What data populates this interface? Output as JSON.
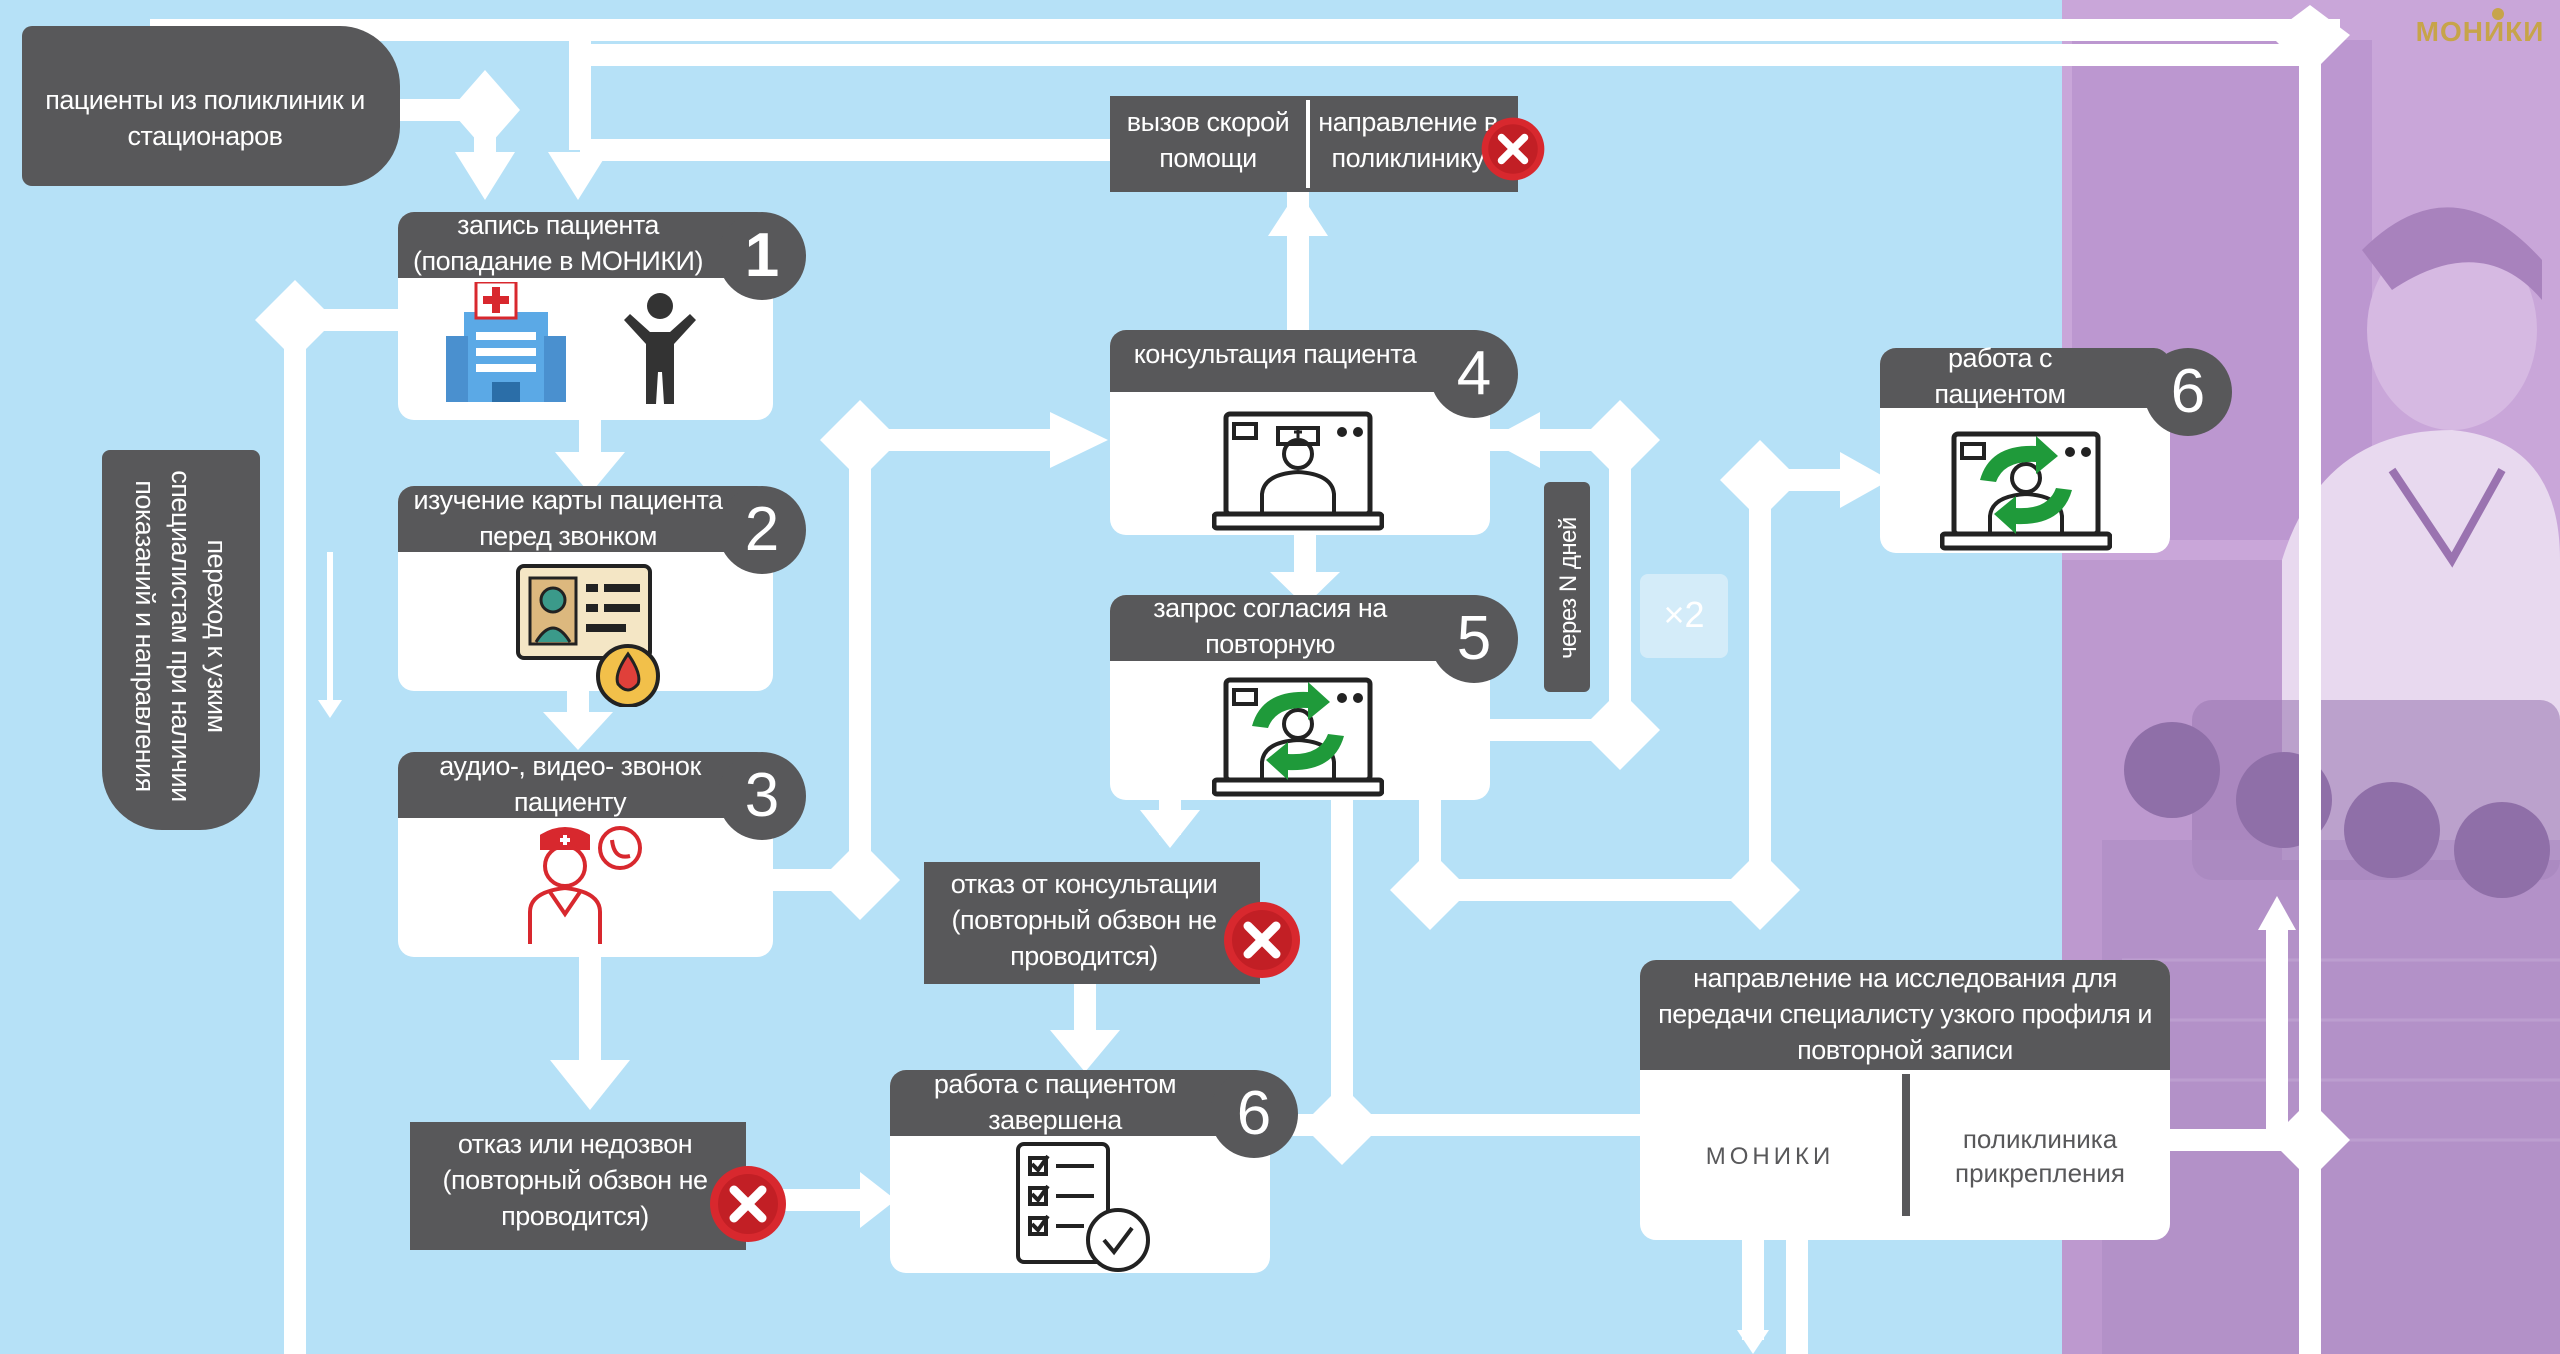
{
  "brand": {
    "name": "МОНИКИ"
  },
  "source": {
    "label": "пациенты из поликлиник и стационаров"
  },
  "side_note": {
    "label": "переход к узким специалистам при наличии показаний и направления"
  },
  "steps": [
    {
      "number": "1",
      "title": "запись пациента (попадание в МОНИКИ)"
    },
    {
      "number": "2",
      "title": "изучение карты пациента перед звонком"
    },
    {
      "number": "3",
      "title": "аудио-, видео- звонок пациенту"
    },
    {
      "number": "4",
      "title": "консультация пациента"
    },
    {
      "number": "5",
      "title": "запрос согласия на повторную консультацию"
    },
    {
      "number": "6",
      "title": "работа с пациентом завершена"
    },
    {
      "number": "6",
      "title": "работа с пациентом завершена"
    }
  ],
  "refusals": {
    "no_answer": "отказ или недозвон (повторный обзвон не проводится)",
    "consult_refusal": "отказ от консультации (повторный обзвон не проводится)"
  },
  "after_consult": {
    "ambulance": "вызов скорой помощи",
    "clinic_referral": "направление в поликлинику"
  },
  "repeat": {
    "interval": "через N дней",
    "count": "×2"
  },
  "referral": {
    "title": "направление на исследования для передачи специалисту узкого профиля и повторной записи",
    "option_left": "МОНИКИ",
    "option_right": "поликлиника прикрепления"
  },
  "colors": {
    "background": "#b6e1f7",
    "box_header": "#58585a",
    "card": "#ffffff",
    "connector": "#ffffff",
    "photo_overlay": "#c9a6d9",
    "refuse_red": "#d8282e",
    "recycle_green": "#1f9a3a",
    "icon_dark": "#222222",
    "brand_gold": "#c7a44a"
  },
  "icons": [
    "hospital-icon",
    "patient-icon",
    "patient-card-icon",
    "blood-drop-icon",
    "doctor-phone-icon",
    "laptop-doctor-icon",
    "laptop-doctor-repeat-icon",
    "checklist-icon",
    "close-icon"
  ]
}
